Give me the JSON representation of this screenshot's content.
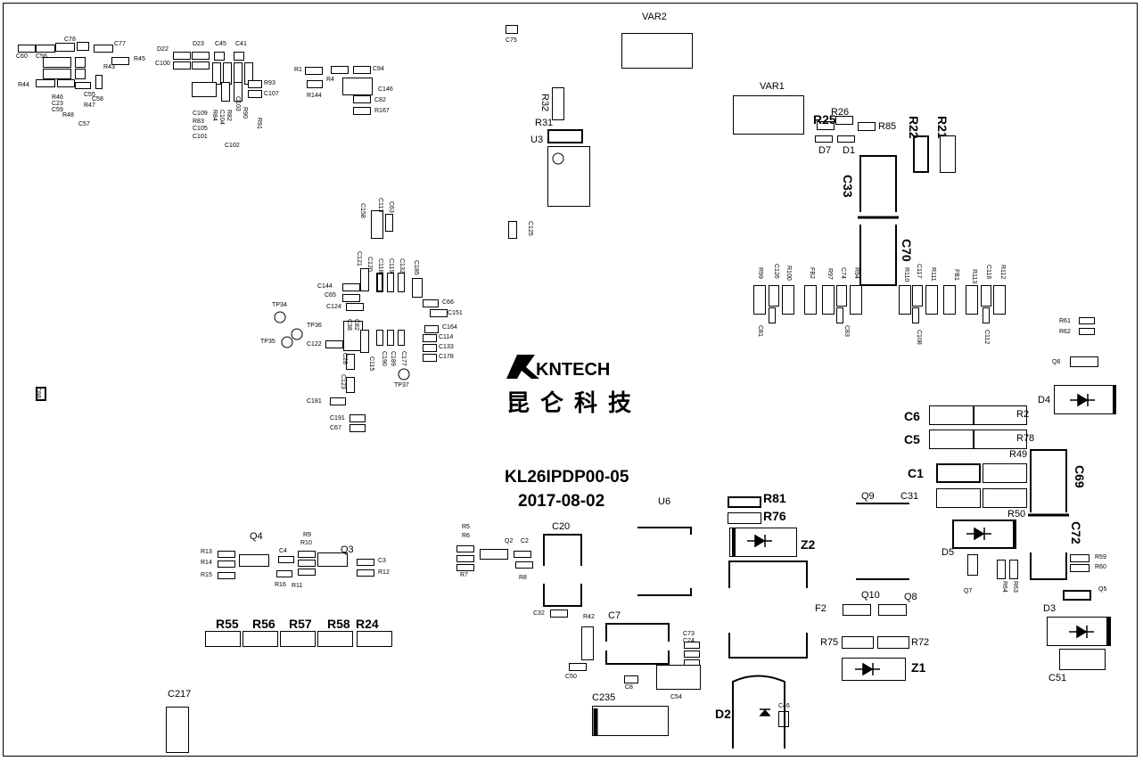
{
  "board": {
    "part_number": "KL26IPDP00-05",
    "date": "2017-08-02",
    "brand_en": "KNTECH",
    "brand_cn": "昆仑科技"
  },
  "labels": [
    "C78",
    "C77",
    "C60",
    "C56",
    "R45",
    "R43",
    "R44",
    "R46",
    "C23",
    "C59",
    "R48",
    "C57",
    "C58",
    "R47",
    "C55",
    "D22",
    "D23",
    "C45",
    "C41",
    "C100",
    "R93",
    "C107",
    "C109",
    "R83",
    "C105",
    "C101",
    "R84",
    "C104",
    "R82",
    "C103",
    "R90",
    "C102",
    "R91",
    "R1",
    "C94",
    "R4",
    "R144",
    "C146",
    "C82",
    "R167",
    "C75",
    "VAR2",
    "R32",
    "R31",
    "U3",
    "C125",
    "VAR1",
    "R25",
    "R26",
    "R85",
    "R22",
    "R21",
    "D7",
    "D1",
    "C33",
    "C70",
    "R99",
    "C126",
    "R100",
    "FB2",
    "R97",
    "C74",
    "R94",
    "C81",
    "C83",
    "R110",
    "C117",
    "R111",
    "FB1",
    "R113",
    "C116",
    "R112",
    "C108",
    "C112",
    "R61",
    "R62",
    "Q6",
    "D4",
    "C63",
    "C113",
    "C158",
    "C121",
    "C120",
    "C118",
    "C119",
    "C132",
    "C185",
    "C144",
    "C65",
    "C124",
    "C66",
    "C151",
    "TP34",
    "TP36",
    "TP35",
    "C122",
    "C38",
    "C82",
    "C164",
    "C114",
    "C133",
    "C178",
    "C28",
    "C115",
    "C190",
    "C189",
    "C177",
    "TP37",
    "C123",
    "C181",
    "C191",
    "C67",
    "C88",
    "C6",
    "R2",
    "C5",
    "R78",
    "C1",
    "R49",
    "C69",
    "C31",
    "Q9",
    "C72",
    "R50",
    "D5",
    "Q7",
    "R64",
    "R63",
    "R59",
    "R60",
    "Q5",
    "D3",
    "C51",
    "U6",
    "R81",
    "R76",
    "Z2",
    "F2",
    "Q10",
    "Q8",
    "R75",
    "R72",
    "Z1",
    "D2",
    "C46",
    "R5",
    "R6",
    "R7",
    "Q2",
    "C2",
    "R8",
    "C20",
    "C32",
    "R42",
    "C7",
    "C73",
    "C24",
    "C50",
    "C8",
    "C54",
    "C235",
    "R13",
    "R14",
    "R15",
    "Q4",
    "C4",
    "R9",
    "R10",
    "Q3",
    "C3",
    "R12",
    "R16",
    "R11",
    "R55",
    "R56",
    "R57",
    "R58",
    "R24",
    "C217"
  ]
}
